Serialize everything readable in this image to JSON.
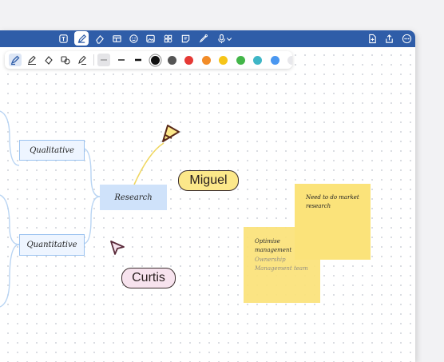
{
  "colors": {
    "titlebar": "#2f5da8",
    "sticky": "#fbe37a",
    "node_border": "#9cc3f0",
    "node_fill": "#cfe2fa",
    "bubble_miguel": "#fce88a",
    "bubble_curtis": "#f7e3ee"
  },
  "titlebar": {
    "center_icons": [
      "text-box-icon",
      "pen-icon",
      "eraser-icon",
      "table-icon",
      "sticker-icon",
      "image-icon",
      "shapes-icon",
      "note-icon",
      "link-pen-icon",
      "microphone-icon",
      "chevron-down-icon"
    ],
    "right_icons": [
      "new-page-icon",
      "share-icon",
      "more-icon"
    ]
  },
  "tools": {
    "icons": [
      "pen-tool-icon",
      "pencil-tool-icon",
      "eraser-tool-icon",
      "lasso-tool-icon",
      "highlighter-tool-icon"
    ],
    "stroke_widths": [
      "thin-stroke-icon",
      "medium-stroke-icon",
      "thick-stroke-icon"
    ],
    "swatches": [
      "#111111",
      "#555555",
      "#e53935",
      "#f28c28",
      "#f6c518",
      "#43b649",
      "#3fb6c6",
      "#4a97f0"
    ]
  },
  "mindmap": {
    "root": "Research",
    "children": [
      "Qualitative",
      "Quantitative"
    ]
  },
  "collaborators": [
    {
      "name": "Miguel",
      "color": "#fce88a"
    },
    {
      "name": "Curtis",
      "color": "#f7e3ee"
    }
  ],
  "stickies": {
    "back": {
      "text": "Need to do market research"
    },
    "front": {
      "title": "Optimise management",
      "lines": [
        "Ownership",
        "Management team"
      ]
    }
  }
}
